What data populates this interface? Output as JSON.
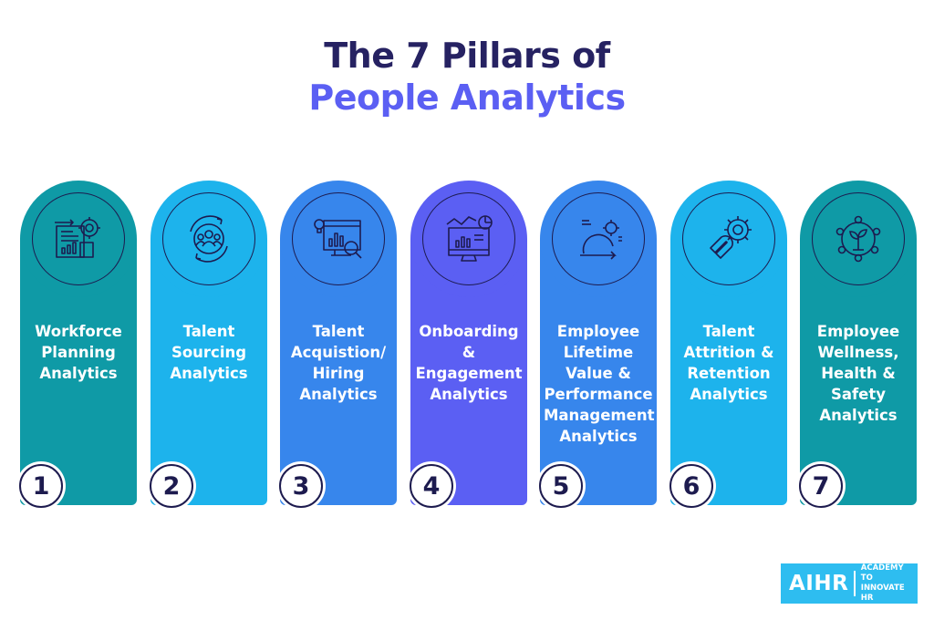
{
  "title": {
    "line1": "The 7 Pillars of",
    "line2": "People Analytics"
  },
  "pillars": [
    {
      "number": "1",
      "label": "Workforce\nPlanning\nAnalytics",
      "color": "#0f9aa6",
      "icon": "workforce-planning-icon"
    },
    {
      "number": "2",
      "label": "Talent\nSourcing\nAnalytics",
      "color": "#1db3ec",
      "icon": "talent-sourcing-icon"
    },
    {
      "number": "3",
      "label": "Talent\nAcquistion/\nHiring\nAnalytics",
      "color": "#3786ec",
      "icon": "talent-acquisition-icon"
    },
    {
      "number": "4",
      "label": "Onboarding &\nEngagement\nAnalytics",
      "color": "#5b5ff3",
      "icon": "onboarding-engagement-icon"
    },
    {
      "number": "5",
      "label": "Employee\nLifetime\nValue &\nPerformance\nManagement\nAnalytics",
      "color": "#3786ec",
      "icon": "employee-lifetime-value-icon"
    },
    {
      "number": "6",
      "label": "Talent\nAttrition &\nRetention\nAnalytics",
      "color": "#1db3ec",
      "icon": "talent-retention-icon"
    },
    {
      "number": "7",
      "label": "Employee\nWellness,\nHealth &\nSafety\nAnalytics",
      "color": "#0f9aa6",
      "icon": "employee-wellness-icon"
    }
  ],
  "logo": {
    "mark": "AIHR",
    "sub": "ACADEMY TO\nINNOVATE HR",
    "color": "#2ebdf0"
  }
}
